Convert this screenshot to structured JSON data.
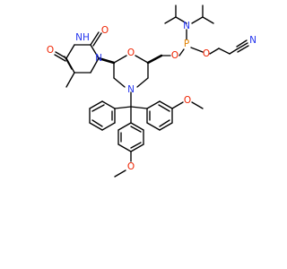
{
  "structure": {
    "colors": {
      "bond": "#000000",
      "nitrogen": "#2233ee",
      "oxygen": "#ee2200",
      "phosphorus": "#e08000",
      "background": "#ffffff"
    },
    "labels": {
      "nh": "NH",
      "o_top": "O",
      "o_left": "O",
      "n_uracil": "N",
      "n_morpholine": "N",
      "o_ring": "O",
      "o_link": "O",
      "p": "P",
      "n_amine": "N",
      "o_ester": "O",
      "n_nitrile": "N",
      "o_methoxy_top": "O",
      "o_methoxy_bottom": "O"
    }
  }
}
